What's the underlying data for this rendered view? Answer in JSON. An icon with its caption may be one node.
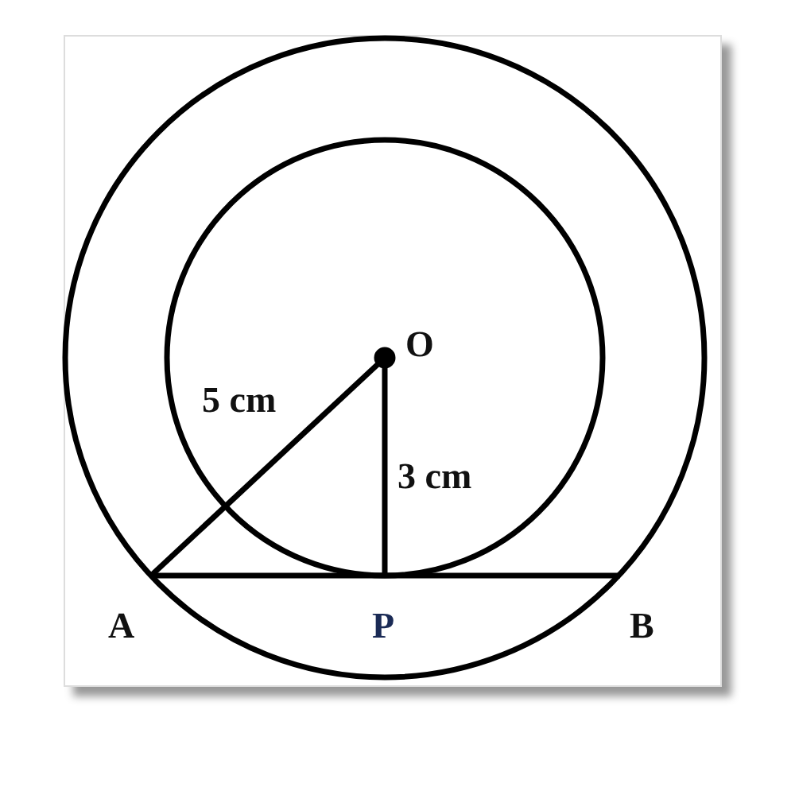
{
  "diagram": {
    "labels": [
      "O",
      "5 cm",
      "3 cm",
      "A",
      "P",
      "B"
    ]
  }
}
